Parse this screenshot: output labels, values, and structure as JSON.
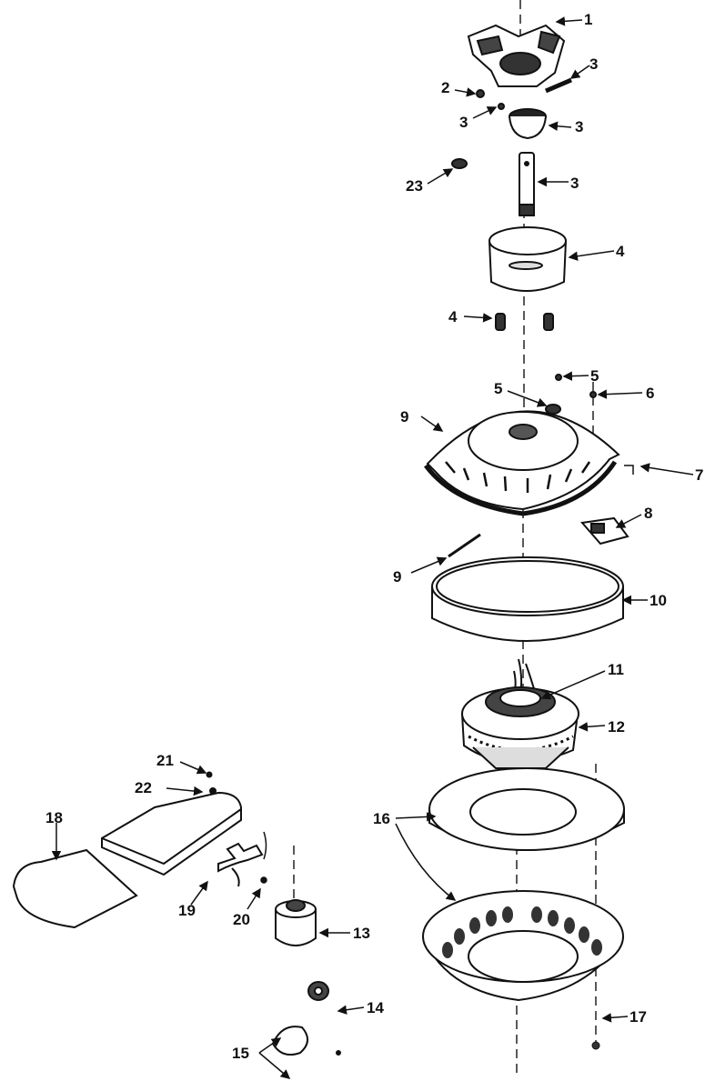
{
  "callouts": [
    {
      "id": "c1",
      "label": "1"
    },
    {
      "id": "c2",
      "label": "2"
    },
    {
      "id": "c3a",
      "label": "3"
    },
    {
      "id": "c3b",
      "label": "3"
    },
    {
      "id": "c3c",
      "label": "3"
    },
    {
      "id": "c3d",
      "label": "3"
    },
    {
      "id": "c4a",
      "label": "4"
    },
    {
      "id": "c4b",
      "label": "4"
    },
    {
      "id": "c5a",
      "label": "5"
    },
    {
      "id": "c5b",
      "label": "5"
    },
    {
      "id": "c6",
      "label": "6"
    },
    {
      "id": "c7",
      "label": "7"
    },
    {
      "id": "c8",
      "label": "8"
    },
    {
      "id": "c9a",
      "label": "9"
    },
    {
      "id": "c9b",
      "label": "9"
    },
    {
      "id": "c10",
      "label": "10"
    },
    {
      "id": "c11",
      "label": "11"
    },
    {
      "id": "c12",
      "label": "12"
    },
    {
      "id": "c13",
      "label": "13"
    },
    {
      "id": "c14",
      "label": "14"
    },
    {
      "id": "c15",
      "label": "15"
    },
    {
      "id": "c16",
      "label": "16"
    },
    {
      "id": "c17",
      "label": "17"
    },
    {
      "id": "c18",
      "label": "18"
    },
    {
      "id": "c19",
      "label": "19"
    },
    {
      "id": "c20",
      "label": "20"
    },
    {
      "id": "c21",
      "label": "21"
    },
    {
      "id": "c22",
      "label": "22"
    },
    {
      "id": "c23",
      "label": "23"
    }
  ]
}
